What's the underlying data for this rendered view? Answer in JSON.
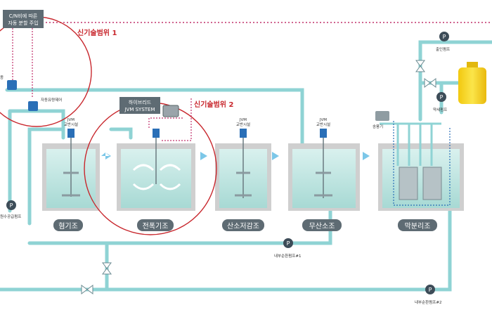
{
  "callouts": {
    "cn_line1": "C/N비에 따른",
    "cn_line2": "자동 분할 주입",
    "hybrid_line1": "하이브리드",
    "hybrid_line2": "JVM SYSTEM"
  },
  "scopes": {
    "scope1": "신기술범위 1",
    "scope2": "신기술범위 2"
  },
  "tanks": [
    {
      "name": "혐기조",
      "mixer": "JVM\n교반시설"
    },
    {
      "name": "전폭기조",
      "mixer": ""
    },
    {
      "name": "산소저감조",
      "mixer": "JVM\n교반시설"
    },
    {
      "name": "무산소조",
      "mixer": "JVM\n교반시설"
    },
    {
      "name": "막분리조",
      "mixer": ""
    }
  ],
  "labels": {
    "auto_flow": "자동유량제어",
    "flow_meter_left": "종",
    "feed_pump": "원수공급펌프",
    "blower": "송풍기",
    "outflow_pump": "출인펌프",
    "chem_pump": "약세펌프",
    "internal_return1": "내부순환펌프#1",
    "internal_return2": "내부순환펌프#2"
  },
  "colors": {
    "pipe": "#8fd3d4",
    "scope_circle": "#c8272d",
    "scope_text": "#c8272d",
    "dotted_line": "#c0306a",
    "tank_water": "#bfe6e2",
    "concrete": "#cfcfcf",
    "label_box": "#5e6b73",
    "pump_badge": "#3d4c58",
    "tank_yellow": "#f7d71f"
  }
}
